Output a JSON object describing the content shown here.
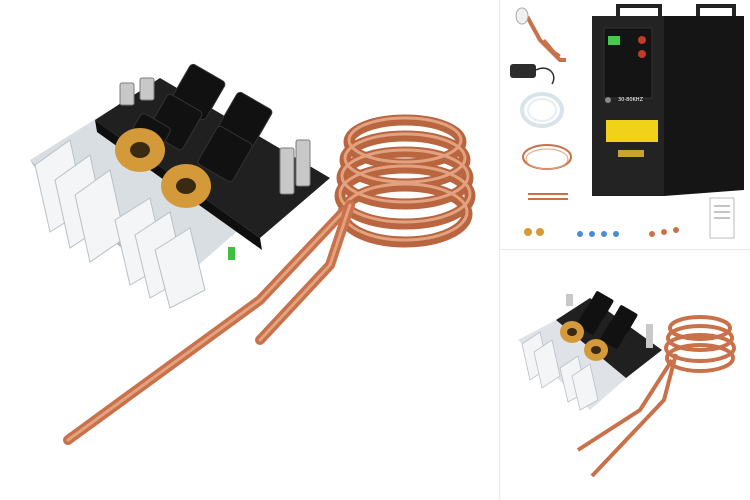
{
  "images": [
    {
      "id": "main",
      "subject": "induction-heating-board-with-copper-coil"
    },
    {
      "id": "topright",
      "subject": "induction-heater-machine-kit",
      "machine_label": "30-80KHZ"
    },
    {
      "id": "bottomright",
      "subject": "induction-heating-board-with-copper-coil-small"
    }
  ],
  "colors": {
    "copper": "#c8714a",
    "copper_light": "#e3a27f",
    "copper_dark": "#8e4a2c",
    "pcb": "#1a1a1a",
    "heatsink": "#e8ecef",
    "heatsink_shadow": "#b9c0c6",
    "toroid": "#d49a3a",
    "cabinet": "#1f1f1f"
  }
}
